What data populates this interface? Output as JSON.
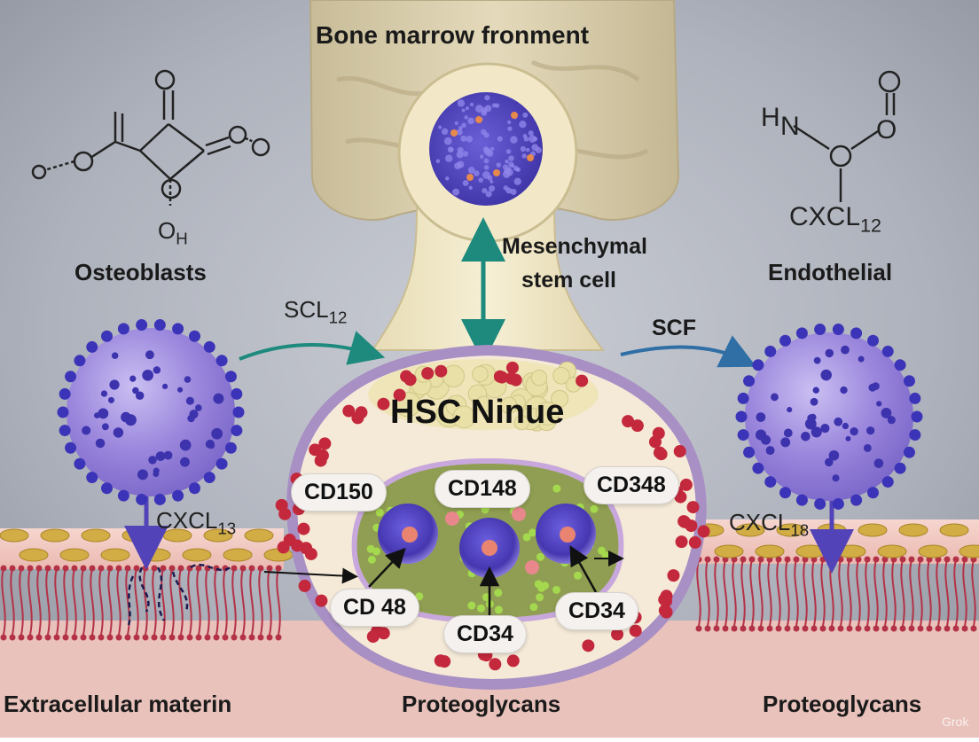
{
  "title": "Bone marrow fronment",
  "niche": "HSC Ninue",
  "labels": {
    "osteoblasts": "Osteoblasts",
    "endothelial": "Endothelial",
    "msc_line1": "Mesenchymal",
    "msc_line2": "stem cell",
    "ecm": "Extracellular materin",
    "proteo_center": "Proteoglycans",
    "proteo_right": "Proteoglycans",
    "scf": "SCF",
    "scl_base": "SCL",
    "scl_sub": "12",
    "cxcl_left_base": "CXCL",
    "cxcl_left_sub": "13",
    "cxcl_right_base": "CXCL",
    "cxcl_right_sub": "18",
    "chem_right_h": "H",
    "chem_right_n": "N",
    "chem_right_o": "O",
    "chem_right_cxcl": "CXCL",
    "chem_right_cxcl_sub": "12",
    "chem_left_oh": "O",
    "chem_left_h": "H"
  },
  "markers": {
    "cd150": "CD150",
    "cd148": "CD148",
    "cd348": "CD348",
    "cd48": "CD 48",
    "cd34_center": "CD34",
    "cd34_right": "CD34"
  },
  "watermark": "Grok",
  "colors": {
    "background": "#aeb2bc",
    "bone": "#d8ccaa",
    "niche_ring": "#a88fc4",
    "cell_purple": "#8b74d8",
    "dot_red": "#c3283c",
    "dot_green": "#9fd24a",
    "arrow_teal": "#1d8a7d",
    "arrow_blue": "#2f6fa5",
    "arrow_purple": "#5243b8",
    "membrane_red": "#b43246",
    "membrane_band": "#f2c9c2"
  }
}
